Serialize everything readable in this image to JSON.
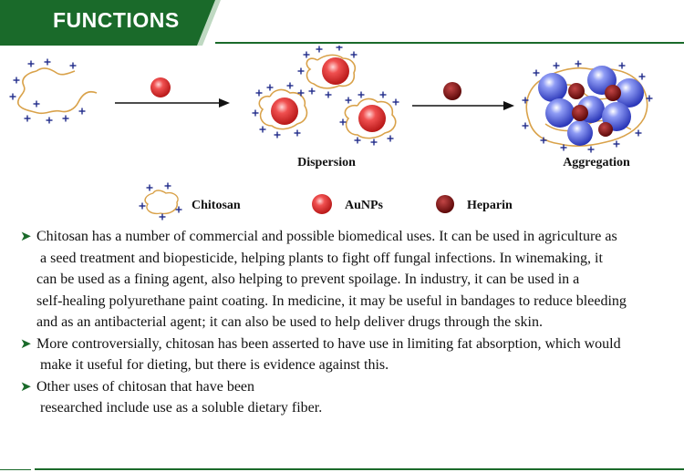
{
  "header": {
    "title": "FUNCTIONS",
    "accent_color": "#1a6a2a"
  },
  "diagram": {
    "stage_labels": [
      "Dispersion",
      "Aggregation"
    ],
    "legend": {
      "chitosan": "Chitosan",
      "aunps": "AuNPs",
      "heparin": "Heparin"
    },
    "colors": {
      "chain": "#d9a24a",
      "plus": "#1f2a8a",
      "aunp": "#e03030",
      "heparin": "#7a0f10",
      "aggregate_sphere": "#3a50d8"
    }
  },
  "paragraphs": [
    {
      "lines": [
        "Chitosan has a number of commercial and possible biomedical uses. It can be used in agriculture as",
        "a seed treatment and biopesticide, helping plants to fight off fungal infections. In winemaking, it",
        "can be used as a fining agent, also helping to prevent spoilage. In industry, it can be used in a",
        "self-healing polyurethane paint coating. In medicine, it may be useful in bandages to reduce bleeding",
        "and as an antibacterial agent; it can also be used to help deliver drugs through the skin."
      ]
    },
    {
      "lines": [
        "More controversially, chitosan has been asserted to have use in limiting fat absorption, which would",
        "make it useful for dieting, but there is evidence against this."
      ]
    },
    {
      "lines": [
        "Other uses of chitosan that have been",
        "researched include use as a soluble dietary fiber."
      ]
    }
  ]
}
